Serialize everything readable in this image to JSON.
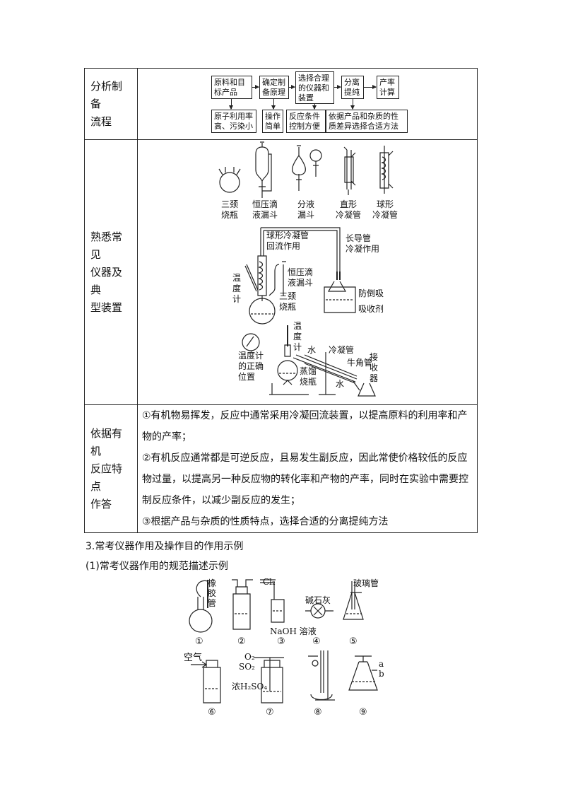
{
  "table": {
    "rows": [
      {
        "label": "分析制备\n流程"
      },
      {
        "label": "熟悉常见\n仪器及典\n型装置"
      },
      {
        "label": "依据有机\n反应特点\n作答"
      }
    ],
    "flow": {
      "top": [
        "原料和目\n标产品",
        "确定制\n备原理",
        "选择合理\n的仪器和\n装置",
        "分离\n提纯",
        "产率\n计算"
      ],
      "bottom": [
        "原子利用率\n高、污染小",
        "操作\n简单",
        "反应条件\n控制方便",
        "依据产品和杂质的性\n质差异选择合适方法"
      ]
    },
    "apparatus": {
      "instruments": [
        "三颈\n烧瓶",
        "恒压滴\n液漏斗",
        "分液\n漏斗",
        "直形\n冷凝管",
        "球形\n冷凝管"
      ],
      "reflux_setup": {
        "labels": [
          "球形冷凝管\n回流作用",
          "长导管\n冷凝作用",
          "温\n度\n计",
          "恒压滴\n液漏斗",
          "三颈\n烧瓶",
          "防倒吸",
          "吸收剂"
        ]
      },
      "distill_setup": {
        "labels": [
          "温\n度\n计",
          "温度计\n的正确\n位置",
          "水",
          "冷凝管",
          "牛角管",
          "蒸馏\n烧瓶",
          "水",
          "接\n收\n器"
        ]
      }
    },
    "answer_paragraphs": [
      "①有机物易挥发，反应中通常采用冷凝回流装置，以提高原料的利用率和产物的产率；",
      "②有机反应通常都是可逆反应，且易发生副反应，因此常使价格较低的反应物过量，以提高另一种反应物的转化率和产物的产率，同时在实验中需要控制反应条件，以减少副反应的发生；",
      "③根据产品与杂质的性质特点，选择合适的分离提纯方法"
    ]
  },
  "section3": {
    "heading": "3.常考仪器作用及操作目的作用示例",
    "subheading": "(1)常考仪器作用的规范描述示例"
  },
  "figure": {
    "numbers": [
      "①",
      "②",
      "③",
      "④",
      "⑤",
      "⑥",
      "⑦",
      "⑧",
      "⑨"
    ],
    "labels": {
      "rubber_tube": "橡\n胶\n管",
      "cl2": "Cl₂",
      "naoh": "NaOH 溶液",
      "soda_lime": "碱石灰",
      "glass_tube": "玻璃管",
      "air": "空气",
      "o2": "O₂",
      "so2": "SO₂",
      "h2so4": "浓H₂SO₄",
      "a": "a",
      "b": "b"
    }
  }
}
